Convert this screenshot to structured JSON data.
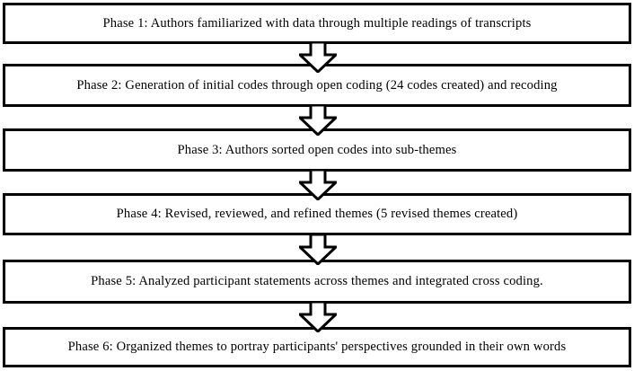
{
  "diagram": {
    "title": "Thematic analysis phases flowchart",
    "type": "vertical-flowchart",
    "orientation": "top-to-bottom",
    "colors": {
      "box_fill": "#ffffff",
      "box_border": "#000000",
      "arrow_fill": "#ffffff",
      "arrow_stroke": "#000000",
      "text": "#000000",
      "background": "#ffffff"
    },
    "nodes": [
      {
        "id": "phase-1",
        "label": "Phase 1: Authors familiarized with data through multiple readings of transcripts"
      },
      {
        "id": "phase-2",
        "label": "Phase 2: Generation of initial codes through open coding (24 codes created) and recoding"
      },
      {
        "id": "phase-3",
        "label": "Phase 3: Authors sorted open codes into sub-themes"
      },
      {
        "id": "phase-4",
        "label": "Phase 4: Revised, reviewed, and refined themes (5 revised themes created)"
      },
      {
        "id": "phase-5",
        "label": "Phase 5: Analyzed participant statements across themes and integrated cross coding."
      },
      {
        "id": "phase-6",
        "label": "Phase 6: Organized themes to portray participants' perspectives grounded in their own words"
      }
    ],
    "connectors": [
      {
        "id": "arrow-1-2",
        "icon": "down-block-arrow-icon",
        "from": "phase-1",
        "to": "phase-2"
      },
      {
        "id": "arrow-2-3",
        "icon": "down-block-arrow-icon",
        "from": "phase-2",
        "to": "phase-3"
      },
      {
        "id": "arrow-3-4",
        "icon": "down-block-arrow-icon",
        "from": "phase-3",
        "to": "phase-4"
      },
      {
        "id": "arrow-4-5",
        "icon": "down-block-arrow-icon",
        "from": "phase-4",
        "to": "phase-5"
      },
      {
        "id": "arrow-5-6",
        "icon": "down-block-arrow-icon",
        "from": "phase-5",
        "to": "phase-6"
      }
    ]
  }
}
